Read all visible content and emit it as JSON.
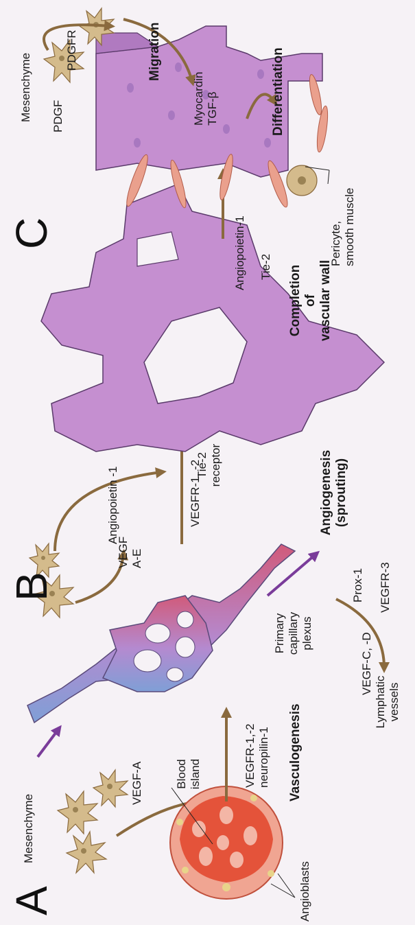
{
  "panels": {
    "a": "A",
    "b": "B",
    "c": "C"
  },
  "panel_a": {
    "mesenchyme": "Mesenchyme",
    "vegf_a": "VEGF-A",
    "blood_island": [
      "Blood",
      "island"
    ],
    "angioblasts": "Angioblasts",
    "receptors": [
      "VEGFR-1,-2",
      "neuropilin-1"
    ],
    "process": "Vasculogenesis",
    "plexus": [
      "Primary",
      "capillary",
      "plexus"
    ],
    "lymph_factors": "VEGF-C, -D",
    "prox1": "Prox-1",
    "vegfr3": "VEGFR-3",
    "lymph": [
      "Lymphatic",
      "vessels"
    ]
  },
  "panel_b": {
    "vegf": [
      "VEGF",
      "A-E"
    ],
    "vegfr": "VEGFR-1, -2",
    "angiopoietin": "Angiopoietin -1",
    "tie2": [
      "Tie-2",
      "receptor"
    ],
    "process": [
      "Angiogenesis",
      "(sprouting)"
    ]
  },
  "panel_c": {
    "angiopoietin": "Angiopoietin-1",
    "tie2": "Tie-2",
    "completion": [
      "Completion",
      "of",
      "vascular wall"
    ],
    "mesenchyme": "Mesenchyme",
    "pdgf": "PDGF",
    "pdgfr": "PDGFR",
    "migration": "Migration",
    "myocardin": "Myocardin",
    "tgf": "TGF-β",
    "differentiation": "Differentiation",
    "pericyte": [
      "Pericyte,",
      "smooth muscle"
    ]
  },
  "colors": {
    "background": "#f6f2f6",
    "arrow": "#8a6a3e",
    "mesenchyme_cell": "#d4bb8c",
    "vessel": "#c58fd0",
    "blood_island": "#e4533a",
    "vein": "#7f9fd6",
    "pericyte": "#eaa08d",
    "purple_arrow": "#7a3c9a"
  },
  "icons": [
    "mesenchyme-cell-icon",
    "blood-island-icon",
    "capillary-plexus-icon",
    "vessel-tube-icon",
    "pericyte-cell-icon"
  ]
}
